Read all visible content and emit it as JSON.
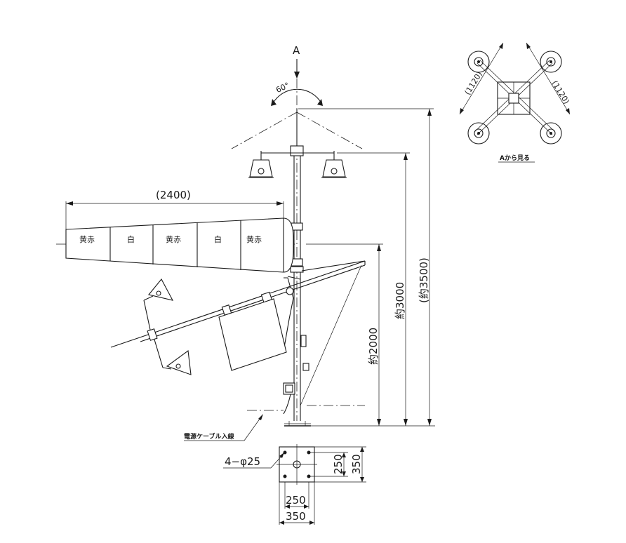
{
  "view_arrow": "A",
  "angle": "60°",
  "sock_length": "(2400)",
  "sock_bands": [
    "黄赤",
    "白",
    "黄赤",
    "白",
    "黄赤"
  ],
  "heights": {
    "h2000": "約2000",
    "h3000": "約3000",
    "h3500": "(約3500)"
  },
  "top_view": {
    "caption": "Aから見る",
    "dim_left": "(1120)",
    "dim_right": "(1120)"
  },
  "cable_label": "電源ケーブル入線",
  "bolt_label": "4−φ25",
  "base": {
    "inner_w": "250",
    "outer_w": "350",
    "inner_h": "250",
    "outer_h": "350"
  }
}
